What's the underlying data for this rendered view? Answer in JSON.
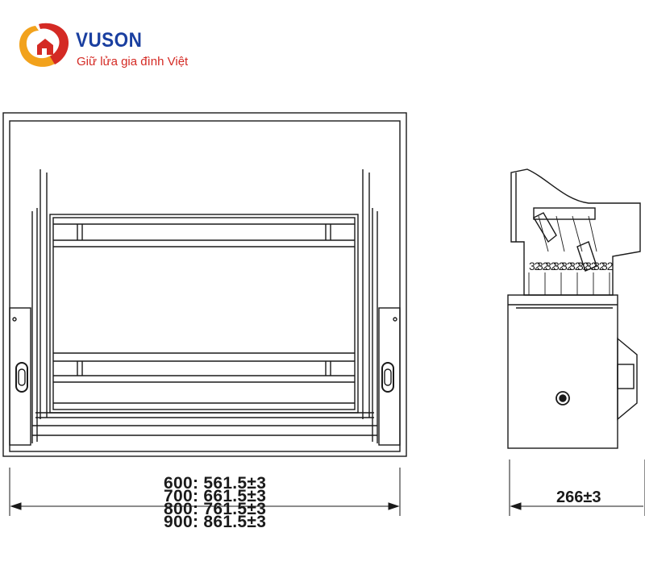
{
  "brand": {
    "name": "VUSON",
    "tagline": "Giữ lửa gia đình Việt",
    "colors": {
      "blue": "#1a3fa0",
      "red": "#d42a24",
      "orange": "#f2a21c"
    }
  },
  "front_view": {
    "width_dimensions": [
      "600: 561.5±3",
      "700: 661.5±3",
      "800: 761.5±3",
      "900: 861.5±3"
    ]
  },
  "side_view": {
    "depth_dimension": "266±3",
    "hole_spacing_labels": [
      "32",
      "32",
      "32",
      "32",
      "32",
      "32",
      "32",
      "32",
      "32",
      "32"
    ]
  }
}
